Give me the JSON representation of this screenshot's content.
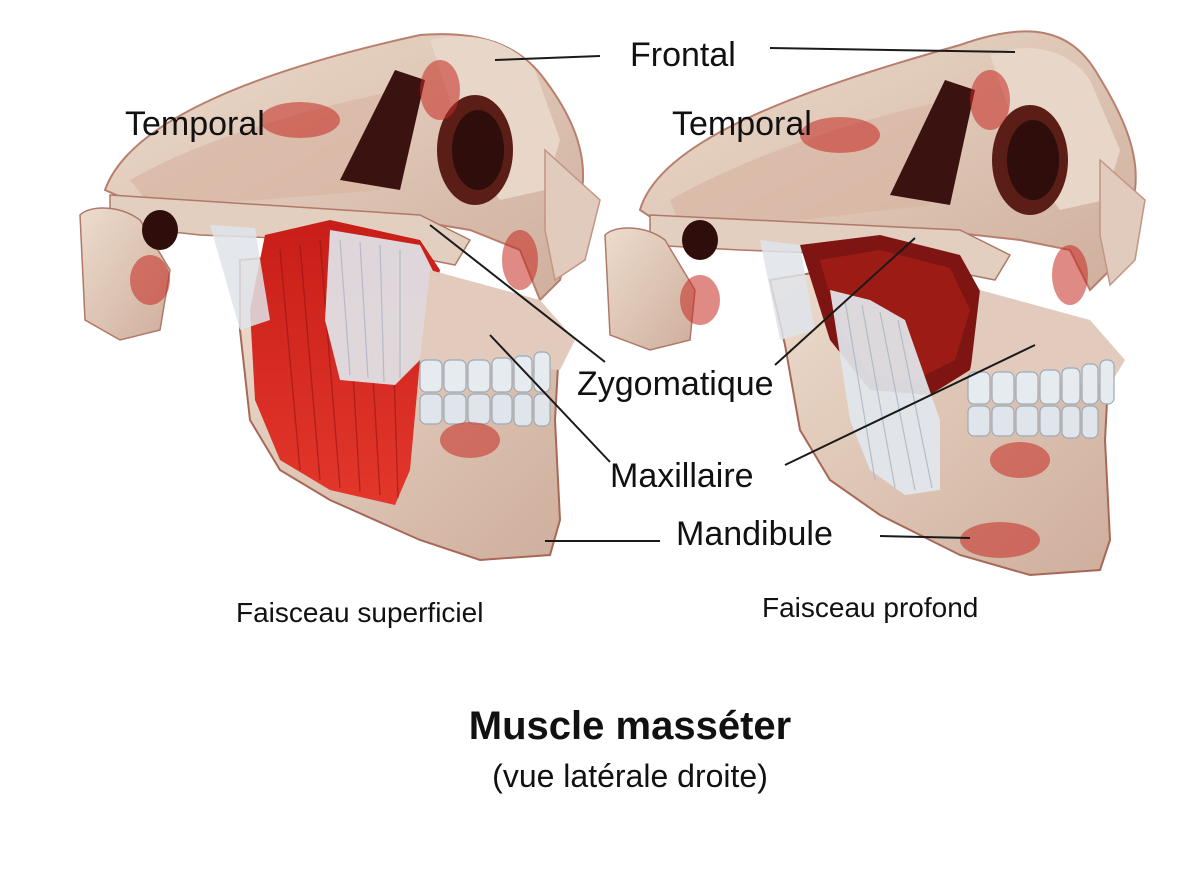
{
  "labels": {
    "frontal": "Frontal",
    "temporal_left": "Temporal",
    "temporal_right": "Temporal",
    "zygomatique": "Zygomatique",
    "maxillaire": "Maxillaire",
    "mandibule": "Mandibule"
  },
  "captions": {
    "left": "Faisceau superficiel",
    "right": "Faisceau profond"
  },
  "title": {
    "main": "Muscle masséter",
    "sub": "(vue latérale droite)"
  },
  "colors": {
    "bone": "#e3cfc0",
    "bone_shadow": "#c79a8a",
    "muscle": "#d8281f",
    "muscle_dark": "#7e1512",
    "tendon": "#dfe4ea",
    "cavity": "#3a1210",
    "tooth": "#e6ebef",
    "text": "#111111",
    "leader": "#1a1a1a"
  }
}
